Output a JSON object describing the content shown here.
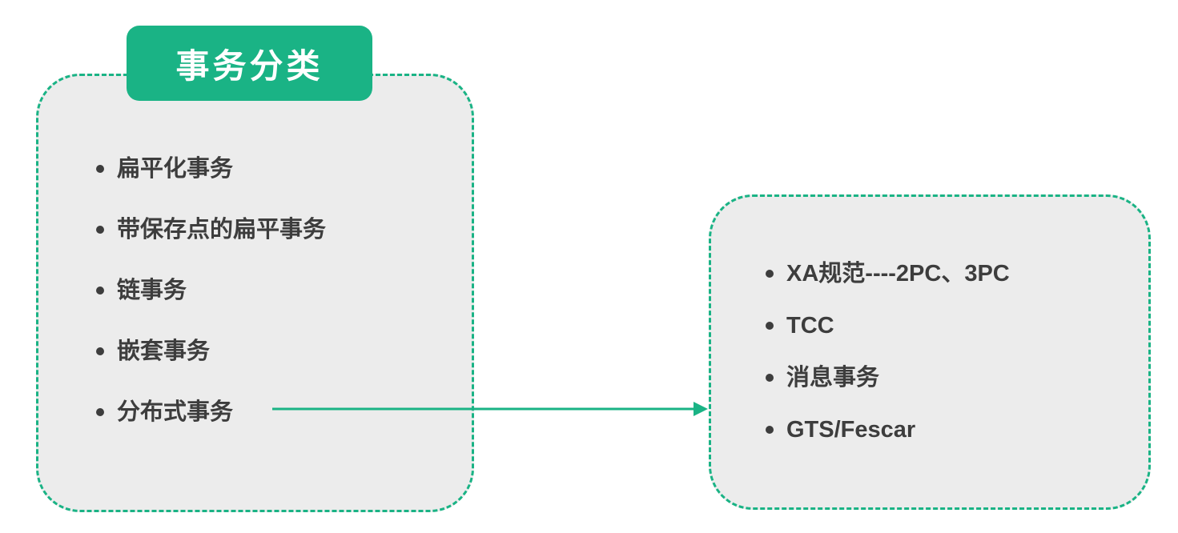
{
  "diagram": {
    "title": "事务分类",
    "left_box": {
      "items": [
        "扁平化事务",
        "带保存点的扁平事务",
        "链事务",
        "嵌套事务",
        "分布式事务"
      ]
    },
    "right_box": {
      "items": [
        "XA规范----2PC、3PC",
        "TCC",
        "消息事务",
        "GTS/Fescar"
      ]
    },
    "arrow": {
      "from": "分布式事务",
      "to": "right_box"
    },
    "colors": {
      "accent_green": "#1ab385",
      "box_fill": "#ececec",
      "text": "#3d3d3d",
      "title_text": "#ffffff"
    }
  }
}
